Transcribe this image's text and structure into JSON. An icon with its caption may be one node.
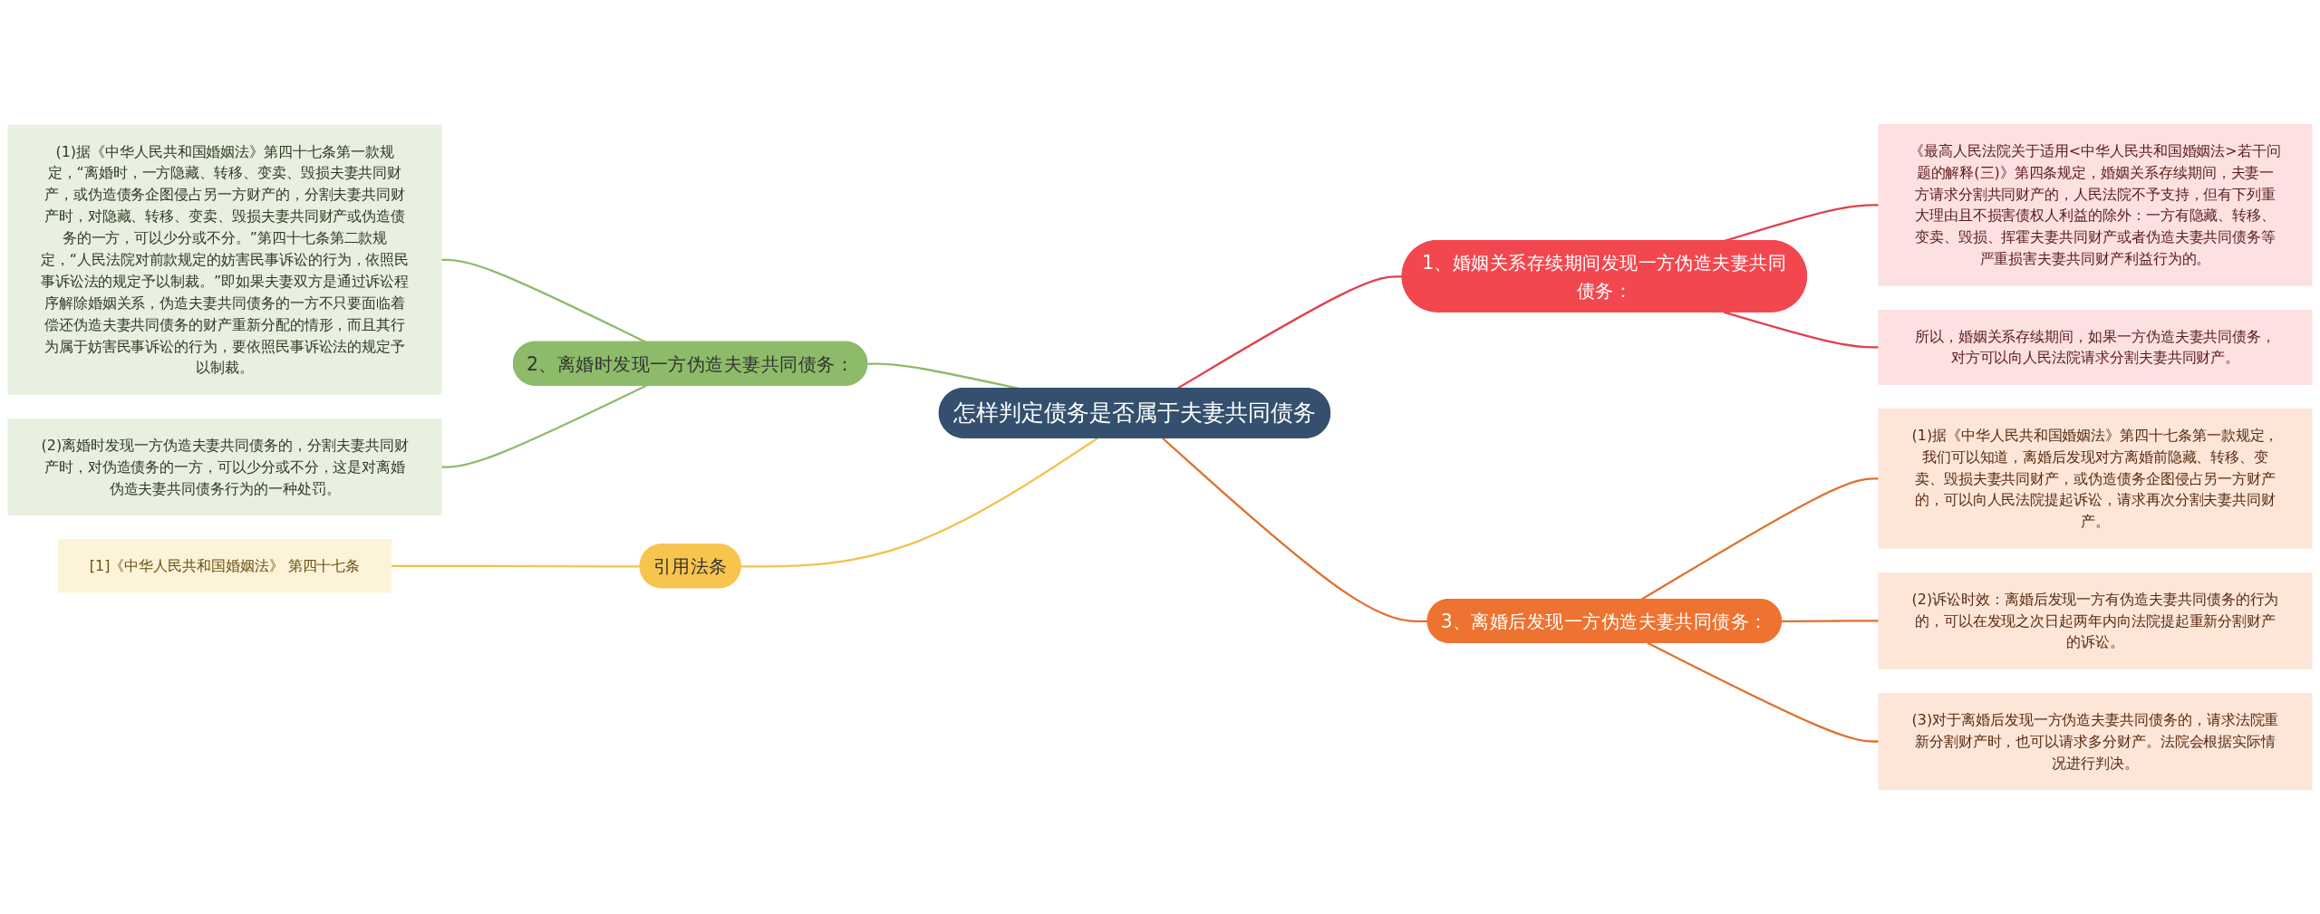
{
  "diagram": {
    "nodes": [
      {
        "text": [
          "怎样判定债务是否属于夫妻共同债务"
        ]
      },
      {
        "text": [
          "1、婚姻关系存续期间发现一方伪造夫妻共同债务："
        ]
      },
      {
        "text": [
          "《最高人民法院关于适用<中华人民共和国婚姻法>若干问题的解释(三)》第四条规定，婚姻关系存续期间，夫妻一方请求分割共同财产的，人民法院不予支持，但有下列重大理由且不损害债权人利益的除外：一方有隐藏、转移、变卖、毁损、挥霍夫妻共同财产或者伪造夫妻共同债务等严重损害夫妻共同财产利益行为的。"
        ]
      },
      {
        "text": [
          "所以，婚姻关系存续期间，如果一方伪造夫妻共同债务，对方可以向人民法院请求分割夫妻共同财产。"
        ]
      },
      {
        "text": [
          "2、离婚时发现一方伪造夫妻共同债务："
        ]
      },
      {
        "text": [
          "(1)据《中华人民共和国婚姻法》第四十七条第一款规定，“离婚时，一方隐藏、转移、变卖、毁损夫妻共同财产，或伪造债务企图侵占另一方财产的，分割夫妻共同财产时，对隐藏、转移、变卖、毁损夫妻共同财产或伪造债务的一方，可以少分或不分。”第四十七条第二款规定，“人民法院对前款规定的妨害民事诉讼的行为，依照民事诉讼法的规定予以制裁。”即如果夫妻双方是通过诉讼程序解除婚姻关系，伪造夫妻共同债务的一方不只要面临着偿还伪造夫妻共同债务的财产重新分配的情形，而且其行为属于妨害民事诉讼的行为，要依照民事诉讼法的规定予以制裁。"
        ]
      },
      {
        "text": [
          "(2)离婚时发现一方伪造夫妻共同债务的，分割夫妻共同财产时，对伪造债务的一方，可以少分或不分，这是对离婚伪造夫妻共同债务行为的一种处罚。"
        ]
      },
      {
        "text": [
          "3、离婚后发现一方伪造夫妻共同债务："
        ]
      },
      {
        "text": [
          "(1)据《中华人民共和国婚姻法》第四十七条第一款规定，我们可以知道，离婚后发现对方离婚前隐藏、转移、变卖、毁损夫妻共同财产，或伪造债务企图侵占另一方财产的，可以向人民法院提起诉讼，请求再次分割夫妻共同财产。"
        ]
      },
      {
        "text": [
          "(2)诉讼时效：离婚后发现一方有伪造夫妻共同债务的行为的，可以在发现之次日起两年内向法院提起重新分割财产的诉讼。"
        ]
      },
      {
        "text": [
          "(3)对于离婚后发现一方伪造夫妻共同债务的，请求法院重新分割财产时，也可以请求多分财产。法院会根据实际情况进行判决。"
        ]
      },
      {
        "text": [
          "引用法条"
        ]
      },
      {
        "text": [
          "[1]《中华人民共和国婚姻法》 第四十七条"
        ]
      }
    ],
    "edges": [
      {
        "from": 0,
        "to": 1,
        "arrow": "none",
        "color": "#e0414b"
      },
      {
        "from": 1,
        "to": 2,
        "arrow": "none",
        "color": "#e0414b"
      },
      {
        "from": 1,
        "to": 3,
        "arrow": "none",
        "color": "#e0414b"
      },
      {
        "from": 0,
        "to": 4,
        "arrow": "none",
        "color": "#8dbb6a"
      },
      {
        "from": 4,
        "to": 5,
        "arrow": "none",
        "color": "#8dbb6a"
      },
      {
        "from": 4,
        "to": 6,
        "arrow": "none",
        "color": "#8dbb6a"
      },
      {
        "from": 0,
        "to": 7,
        "arrow": "none",
        "color": "#e0702e"
      },
      {
        "from": 7,
        "to": 8,
        "arrow": "none",
        "color": "#e0702e"
      },
      {
        "from": 7,
        "to": 9,
        "arrow": "none",
        "color": "#e0702e"
      },
      {
        "from": 7,
        "to": 10,
        "arrow": "none",
        "color": "#e0702e"
      },
      {
        "from": 0,
        "to": 11,
        "arrow": "none",
        "color": "#f2c14e"
      },
      {
        "from": 11,
        "to": 12,
        "arrow": "none",
        "color": "#f2c14e"
      }
    ]
  }
}
